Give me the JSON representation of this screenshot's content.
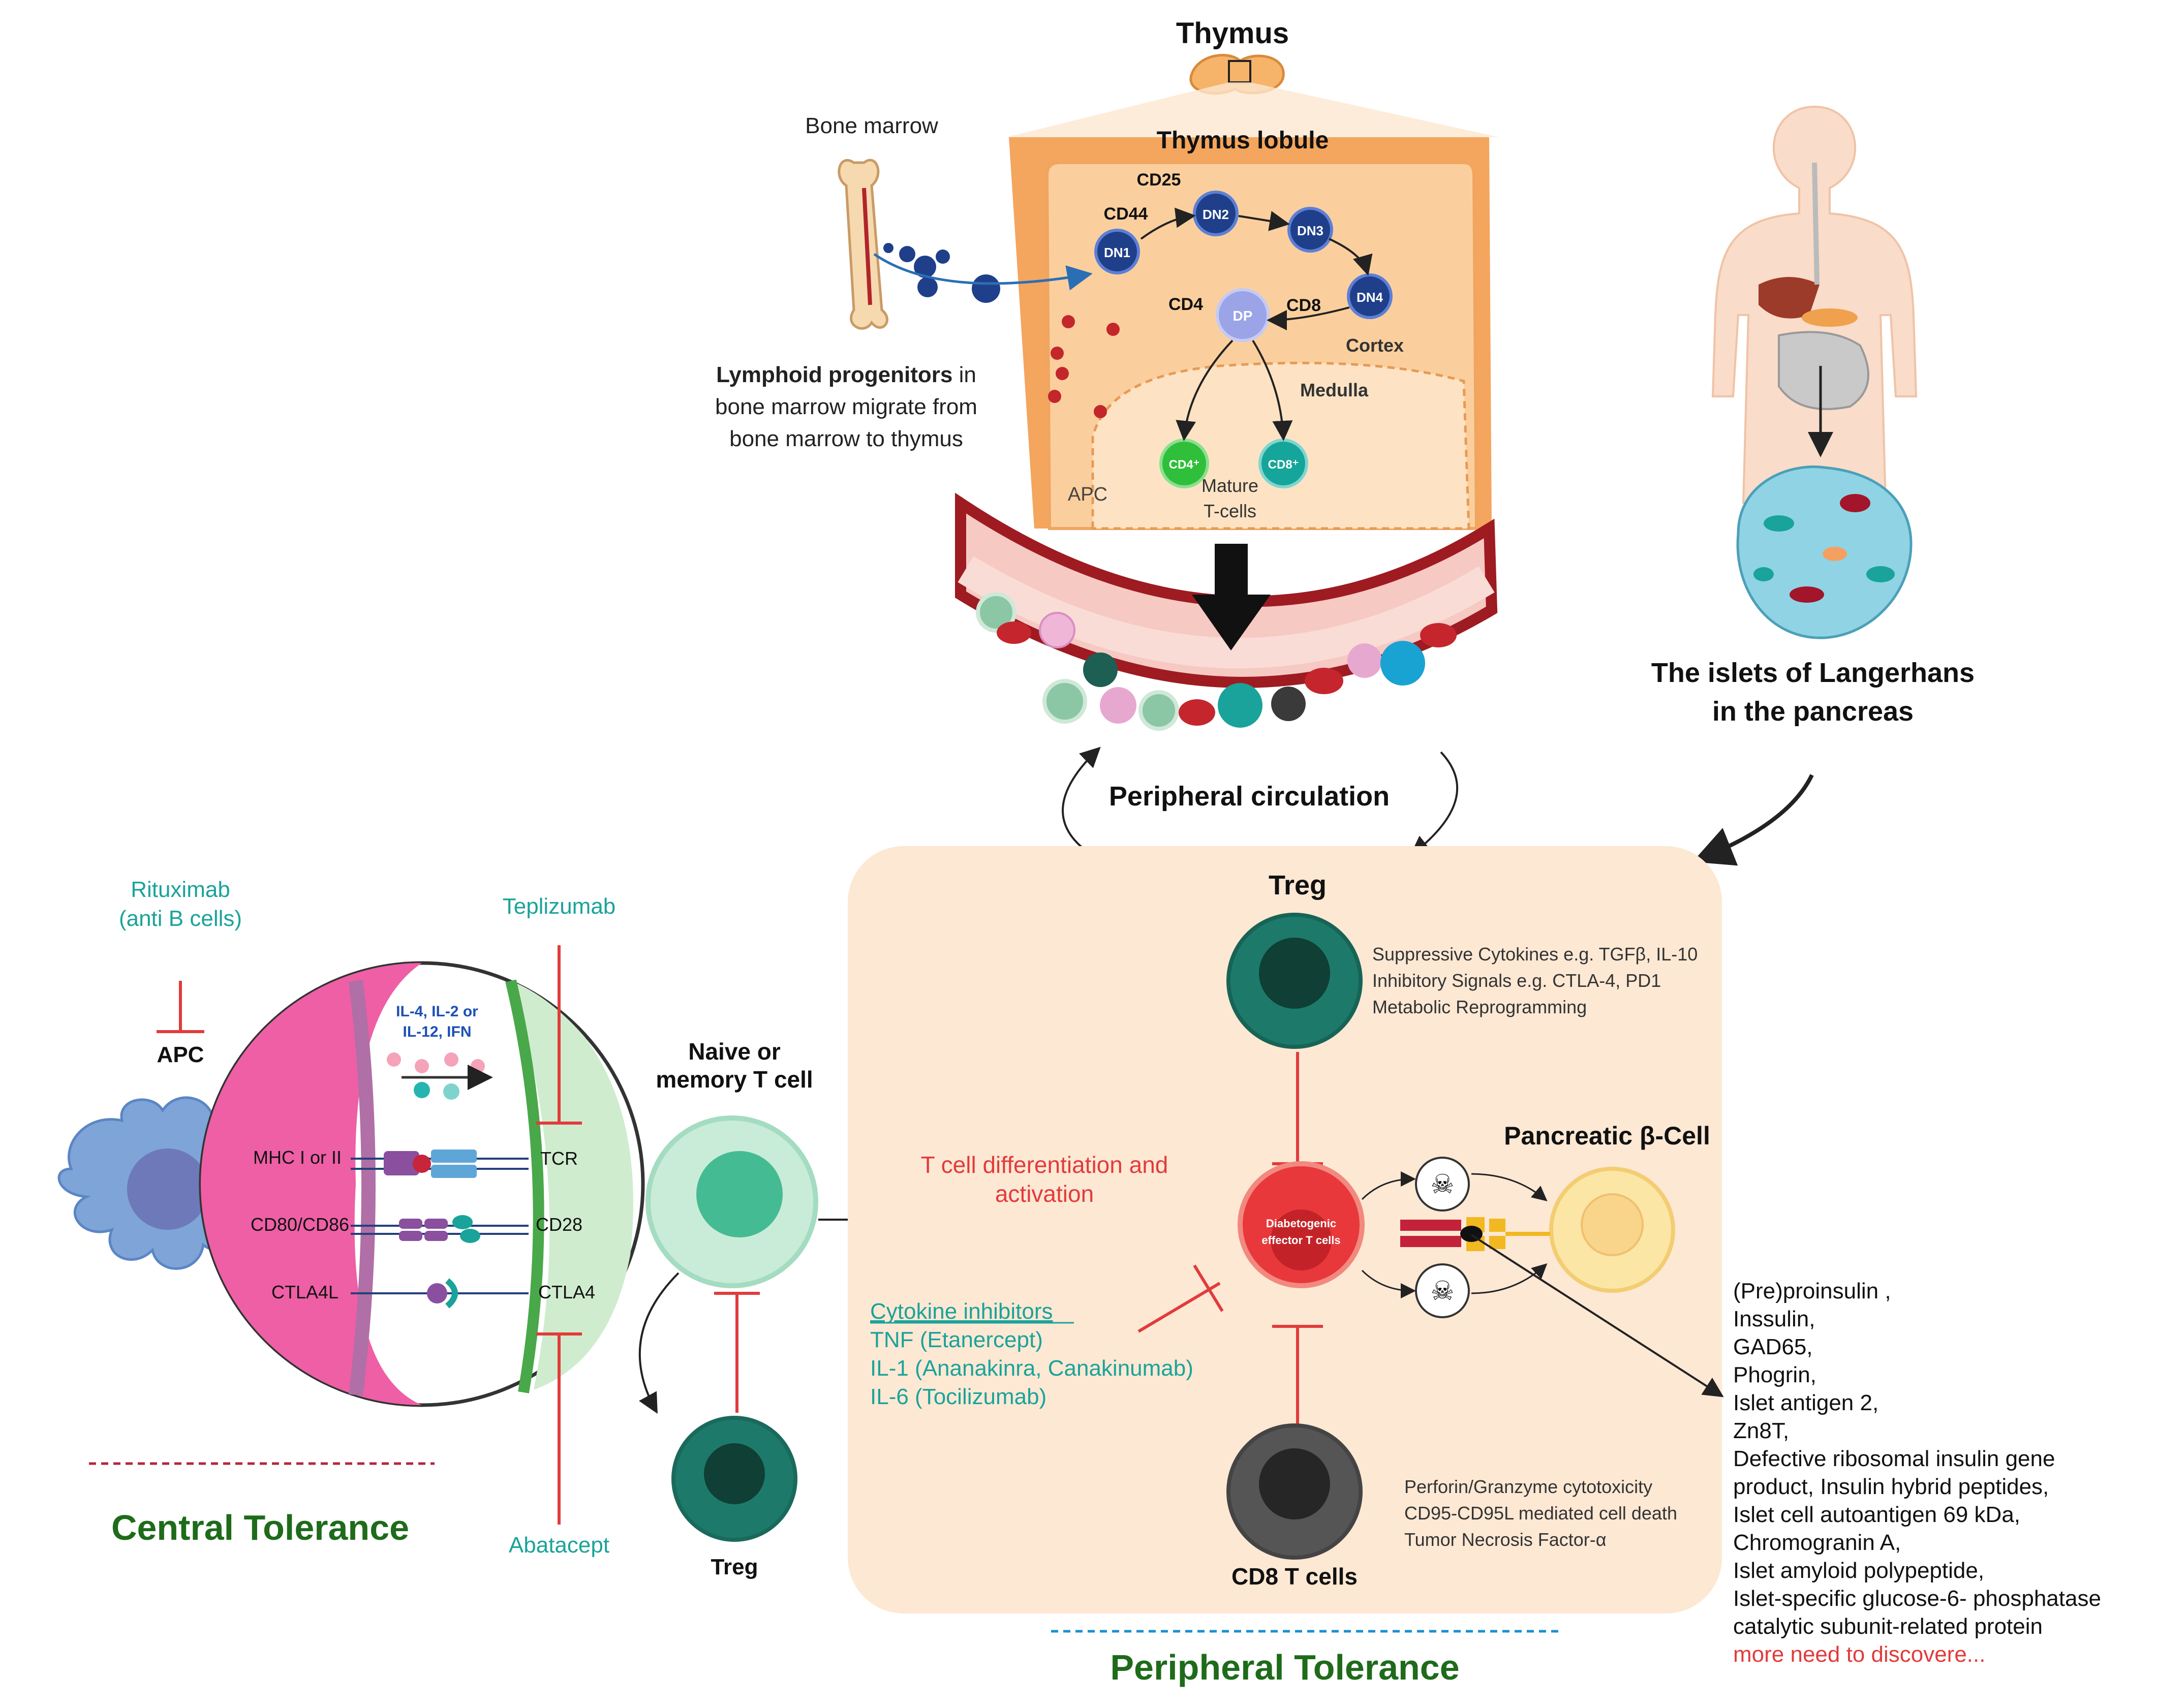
{
  "thymus": {
    "title": "Thymus",
    "lobule": "Thymus lobule",
    "cortex": "Cortex",
    "medulla": "Medulla",
    "apc": "APC",
    "mature": [
      "Mature",
      "T-cells"
    ],
    "stages": [
      "DN1",
      "DN2",
      "DN3",
      "DN4",
      "DP"
    ],
    "markers": [
      "CD25",
      "CD44",
      "CD4",
      "CD8"
    ],
    "mature_cells": [
      "CD4⁺",
      "CD8⁺"
    ]
  },
  "bone_marrow": {
    "label": "Bone marrow",
    "caption_bold": "Lymphoid progenitors",
    "caption_rest": " in",
    "caption_lines": [
      "bone marrow migrate from",
      "bone marrow to thymus"
    ]
  },
  "circulation": {
    "label": "Peripheral circulation"
  },
  "pancreas": {
    "islets_label": [
      "The islets of Langerhans",
      "in the pancreas"
    ]
  },
  "central": {
    "rituximab": [
      "Rituximab",
      "(anti B cells)"
    ],
    "apc": "APC",
    "teplizumab": "Teplizumab",
    "abatacept": "Abatacept",
    "cytokines": [
      "IL-4, IL-2 or",
      "IL-12,  IFN"
    ],
    "left_receptors": [
      "MHC I or II",
      "CD80/CD86",
      "CTLA4L"
    ],
    "right_receptors": [
      "TCR",
      "CD28",
      "CTLA4"
    ],
    "title": "Central Tolerance"
  },
  "naive": {
    "label": [
      "Naive or",
      "memory  T cell"
    ],
    "treg": "Treg"
  },
  "peripheral": {
    "treg_title": "Treg",
    "treg_notes": [
      "Suppressive Cytokines e.g. TGFβ, IL-10",
      "Inhibitory Signals e.g. CTLA-4, PD1",
      "Metabolic Reprogramming"
    ],
    "differentiation": [
      "T cell differentiation and",
      "activation"
    ],
    "effector": [
      "Diabetogenic",
      "effector T cells"
    ],
    "cytokine_inhibitors": [
      "Cytokine inhibitors",
      "TNF (Etanercept)",
      "IL-1 (Ananakinra, Canakinumab)",
      "IL-6 (Tocilizumab)"
    ],
    "beta_cell": "Pancreatic β-Cell",
    "cd8_title": "CD8  T cells",
    "cd8_notes": [
      "Perforin/Granzyme cytotoxicity",
      "CD95-CD95L mediated cell death",
      "Tumor Necrosis Factor-α"
    ],
    "title": "Peripheral Tolerance"
  },
  "autoantigens": {
    "items": [
      "(Pre)proinsulin ,",
      "Inssulin,",
      "GAD65,",
      "Phogrin,",
      "Islet antigen 2,",
      "Zn8T,",
      "Defective ribosomal insulin gene",
      "product, Insulin hybrid peptides,",
      "Islet cell autoantigen 69 kDa,",
      "Chromogranin A,",
      "Islet amyloid polypeptide,",
      "Islet-specific glucose-6- phosphatase",
      "catalytic subunit-related protein"
    ],
    "more": "more need to discovere..."
  },
  "colors": {
    "teal": "#1aa39a",
    "red": "#e23b3b",
    "dark_green": "#1e6b1a",
    "thymus_orange": "#f2a45c",
    "peach_panel": "#fde8d4"
  }
}
